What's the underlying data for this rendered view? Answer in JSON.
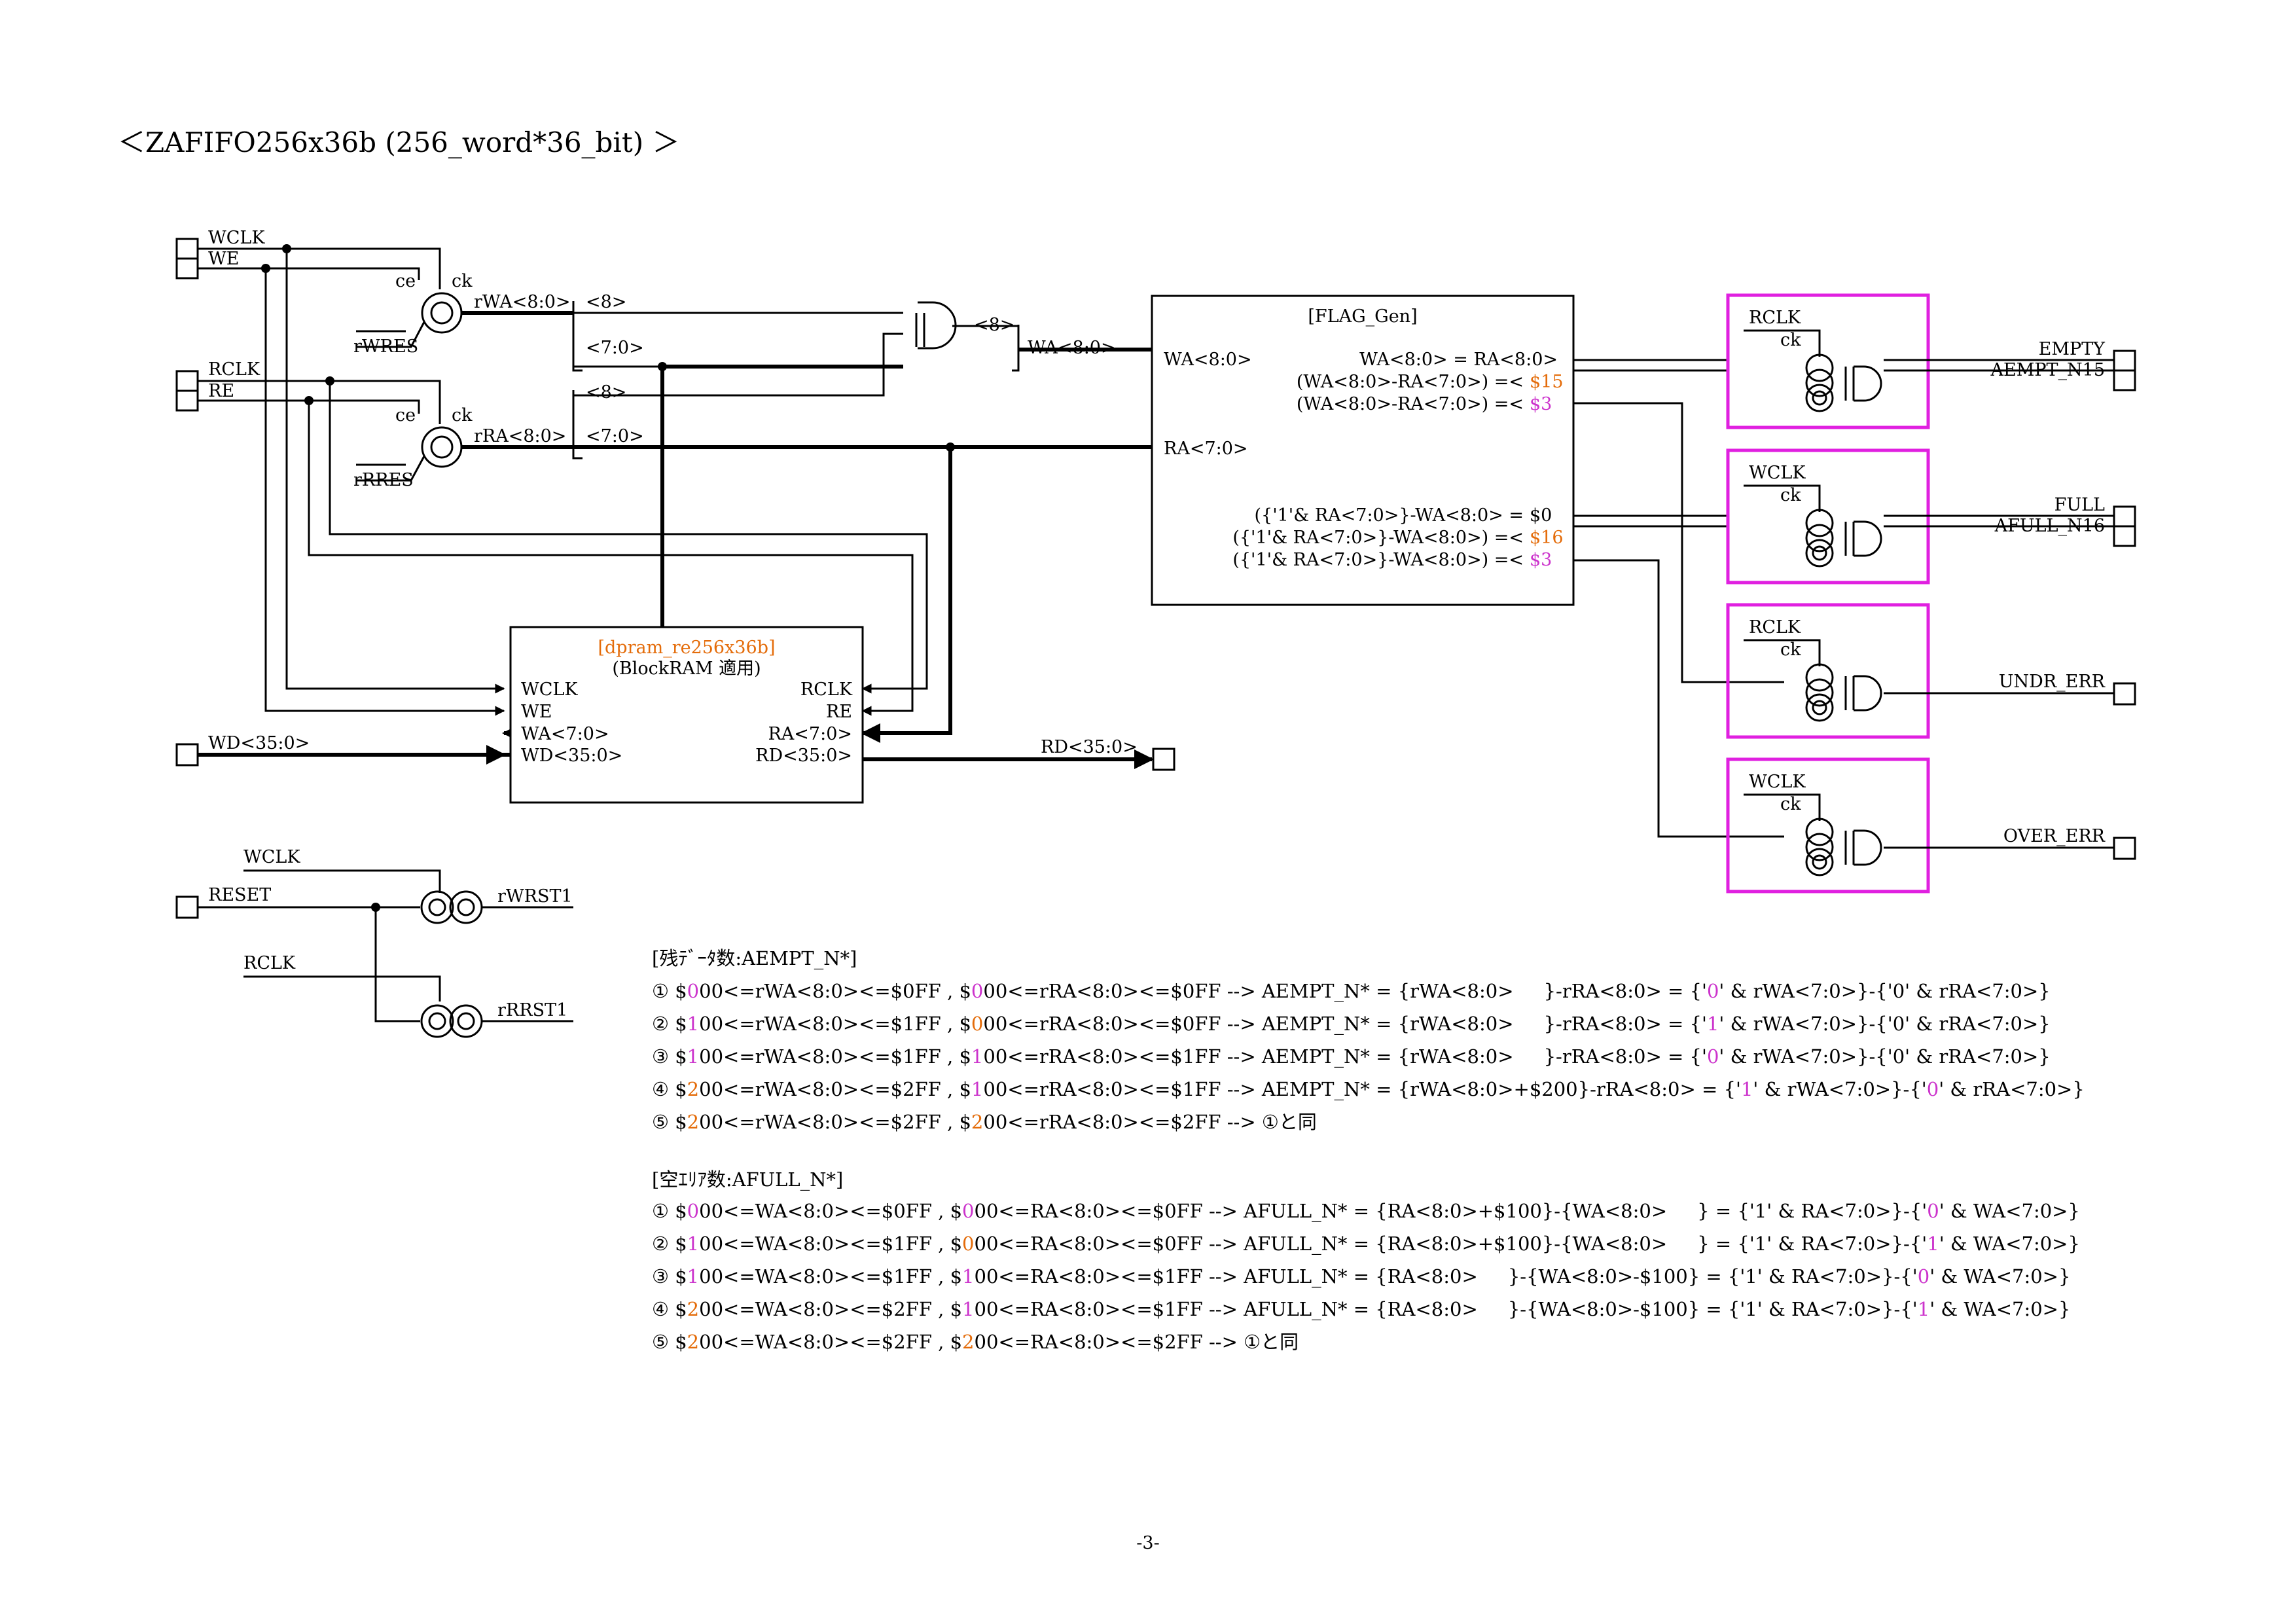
{
  "title": "＜ZAFIFO256x36b (256_word*36_bit) ＞",
  "page_number": "-3-",
  "ports": {
    "wclk": "WCLK",
    "we": "WE",
    "rclk": "RCLK",
    "re": "RE",
    "wd": "WD<35:0>",
    "rd": "RD<35:0>",
    "reset": "RESET",
    "empty": "EMPTY",
    "aempt_n15": "AEMPT_N15",
    "full": "FULL",
    "afull_n16": "AFULL_N16",
    "undr_err": "UNDR_ERR",
    "over_err": "OVER_ERR"
  },
  "counters": {
    "ce": "ce",
    "ck": "ck",
    "rwa": "rWA<8:0>",
    "rra": "rRA<8:0>",
    "rwres": "rWRES",
    "rrres": "rRRES",
    "b8": "<8>",
    "b70": "<7:0>",
    "wa": "WA<8:0>"
  },
  "dpram": {
    "name": "[dpram_re256x36b]",
    "sub": "(BlockRAM 適用)",
    "wclk": "WCLK",
    "we": "WE",
    "wa": "WA<7:0>",
    "wd": "WD<35:0>",
    "rclk": "RCLK",
    "re": "RE",
    "ra": "RA<7:0>",
    "rd": "RD<35:0>"
  },
  "flag_gen": {
    "name": "[FLAG_Gen]",
    "in_wa": "WA<8:0>",
    "in_ra": "RA<7:0>",
    "e1": "WA<8:0> = RA<8:0>",
    "e2": "(WA<8:0>-RA<7:0>) =<",
    "e2v": "$15",
    "e3": "(WA<8:0>-RA<7:0>) =<",
    "e3v": "$3",
    "f1": "({'1'& RA<7:0>}-WA<8:0>  =",
    "f1v": "$0",
    "f2": "({'1'& RA<7:0>}-WA<8:0>) =<",
    "f2v": "$16",
    "f3": "({'1'& RA<7:0>}-WA<8:0>) =<",
    "f3v": "$3"
  },
  "flag_ffs": [
    {
      "clk": "RCLK",
      "ck": "ck"
    },
    {
      "clk": "WCLK",
      "ck": "ck"
    },
    {
      "clk": "RCLK",
      "ck": "ck"
    },
    {
      "clk": "WCLK",
      "ck": "ck"
    }
  ],
  "reset_sync": {
    "wclk": "WCLK",
    "reset": "RESET",
    "rclk": "RCLK",
    "rwrst": "rWRST1",
    "rrrst": "rRRST1"
  },
  "colors": {
    "orange": "#e46c0a",
    "magenta": "#cc33cc",
    "box_border": "#e020e0"
  },
  "aempt": {
    "header": "[残ﾃﾞｰﾀ数:AEMPT_N*]",
    "rows": [
      [
        {
          "t": "① $"
        },
        {
          "t": "0",
          "c": "m"
        },
        {
          "t": "00<=rWA<8:0><=$0FF , $"
        },
        {
          "t": "0",
          "c": "m"
        },
        {
          "t": "00<=rRA<8:0><=$0FF --> AEMPT_N* = {rWA<8:0>     }-rRA<8:0> = {'"
        },
        {
          "t": "0",
          "c": "m"
        },
        {
          "t": "' & rWA<7:0>}-{'0' & rRA<7:0>}"
        }
      ],
      [
        {
          "t": "② $"
        },
        {
          "t": "1",
          "c": "m"
        },
        {
          "t": "00<=rWA<8:0><=$1FF , $"
        },
        {
          "t": "0",
          "c": "o"
        },
        {
          "t": "00<=rRA<8:0><=$0FF --> AEMPT_N* = {rWA<8:0>     }-rRA<8:0> = {'"
        },
        {
          "t": "1",
          "c": "m"
        },
        {
          "t": "' & rWA<7:0>}-{'0' & rRA<7:0>}"
        }
      ],
      [
        {
          "t": "③ $"
        },
        {
          "t": "1",
          "c": "m"
        },
        {
          "t": "00<=rWA<8:0><=$1FF , $"
        },
        {
          "t": "1",
          "c": "m"
        },
        {
          "t": "00<=rRA<8:0><=$1FF --> AEMPT_N* = {rWA<8:0>     }-rRA<8:0> = {'"
        },
        {
          "t": "0",
          "c": "m"
        },
        {
          "t": "' & rWA<7:0>}-{'0' & rRA<7:0>}"
        }
      ],
      [
        {
          "t": "④ $"
        },
        {
          "t": "2",
          "c": "o"
        },
        {
          "t": "00<=rWA<8:0><=$2FF , $"
        },
        {
          "t": "1",
          "c": "m"
        },
        {
          "t": "00<=rRA<8:0><=$1FF --> AEMPT_N* = {rWA<8:0>+$200}-rRA<8:0> = {'"
        },
        {
          "t": "1",
          "c": "m"
        },
        {
          "t": "' & rWA<7:0>}-{'"
        },
        {
          "t": "0",
          "c": "m"
        },
        {
          "t": "' & rRA<7:0>}"
        }
      ],
      [
        {
          "t": "⑤ $"
        },
        {
          "t": "2",
          "c": "o"
        },
        {
          "t": "00<=rWA<8:0><=$2FF , $"
        },
        {
          "t": "2",
          "c": "o"
        },
        {
          "t": "00<=rRA<8:0><=$2FF --> ①と同"
        }
      ]
    ]
  },
  "afull": {
    "header": "[空ｴﾘｱ数:AFULL_N*]",
    "rows": [
      [
        {
          "t": "① $"
        },
        {
          "t": "0",
          "c": "m"
        },
        {
          "t": "00<=WA<8:0><=$0FF , $"
        },
        {
          "t": "0",
          "c": "m"
        },
        {
          "t": "00<=RA<8:0><=$0FF --> AFULL_N* = {RA<8:0>+$100}-{WA<8:0>     } = {'1' & RA<7:0>}-{'"
        },
        {
          "t": "0",
          "c": "m"
        },
        {
          "t": "' & WA<7:0>}"
        }
      ],
      [
        {
          "t": "② $"
        },
        {
          "t": "1",
          "c": "m"
        },
        {
          "t": "00<=WA<8:0><=$1FF , $"
        },
        {
          "t": "0",
          "c": "o"
        },
        {
          "t": "00<=RA<8:0><=$0FF --> AFULL_N* = {RA<8:0>+$100}-{WA<8:0>     } = {'1' & RA<7:0>}-{'"
        },
        {
          "t": "1",
          "c": "m"
        },
        {
          "t": "' & WA<7:0>}"
        }
      ],
      [
        {
          "t": "③ $"
        },
        {
          "t": "1",
          "c": "m"
        },
        {
          "t": "00<=WA<8:0><=$1FF , $"
        },
        {
          "t": "1",
          "c": "m"
        },
        {
          "t": "00<=RA<8:0><=$1FF --> AFULL_N* = {RA<8:0>     }-{WA<8:0>-$100} = {'1' & RA<7:0>}-{'"
        },
        {
          "t": "0",
          "c": "m"
        },
        {
          "t": "' & WA<7:0>}"
        }
      ],
      [
        {
          "t": "④ $"
        },
        {
          "t": "2",
          "c": "o"
        },
        {
          "t": "00<=WA<8:0><=$2FF , $"
        },
        {
          "t": "1",
          "c": "m"
        },
        {
          "t": "00<=RA<8:0><=$1FF --> AFULL_N* = {RA<8:0>     }-{WA<8:0>-$100} = {'1' & RA<7:0>}-{'"
        },
        {
          "t": "1",
          "c": "m"
        },
        {
          "t": "' & WA<7:0>}"
        }
      ],
      [
        {
          "t": "⑤ $"
        },
        {
          "t": "2",
          "c": "o"
        },
        {
          "t": "00<=WA<8:0><=$2FF , $"
        },
        {
          "t": "2",
          "c": "o"
        },
        {
          "t": "00<=RA<8:0><=$2FF --> ①と同"
        }
      ]
    ]
  }
}
